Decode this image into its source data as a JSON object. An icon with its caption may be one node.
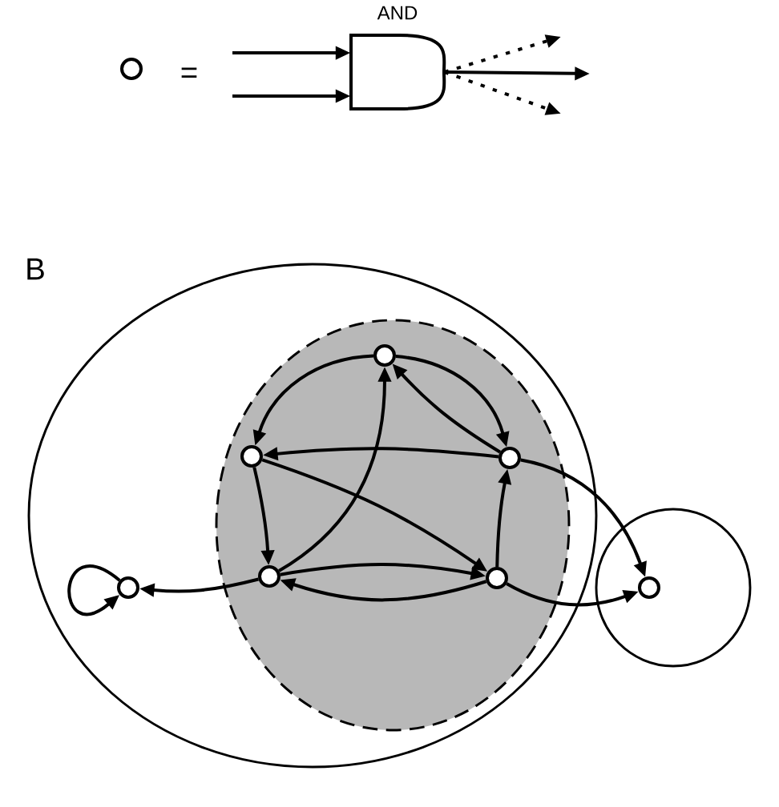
{
  "diagram": {
    "nodes": [
      {
        "text": [],
        "shape": "circle"
      },
      {
        "text": [
          "AND"
        ]
      },
      {
        "text": [],
        "shape": "circle"
      },
      {
        "text": [],
        "shape": "circle",
        "in": 2
      },
      {
        "text": [],
        "shape": "circle",
        "in": 3
      },
      {
        "text": [],
        "shape": "circle",
        "in": 3
      },
      {
        "text": [],
        "shape": "circle",
        "in": 3
      },
      {
        "text": [],
        "shape": "circle",
        "in": 3
      },
      {
        "text": [],
        "shape": "circle",
        "in": 3
      },
      {
        "text": [],
        "shape": "circle",
        "in": 2
      },
      {
        "text": [],
        "shape": "circle"
      },
      {
        "text": [],
        "shape": "circle",
        "in": 10
      }
    ],
    "edges": [
      {
        "from": null,
        "to": 1,
        "arrow": "to"
      },
      {
        "from": null,
        "to": 1,
        "arrow": "to"
      },
      {
        "from": 1,
        "to": null,
        "arrow": "to",
        "style": "dashed"
      },
      {
        "from": 1,
        "to": null,
        "arrow": "to"
      },
      {
        "from": 1,
        "to": null,
        "arrow": "to",
        "style": "dashed"
      },
      {
        "from": 4,
        "to": 5,
        "arrow": "to"
      },
      {
        "from": 4,
        "to": 6,
        "arrow": "to"
      },
      {
        "from": 6,
        "to": 4,
        "arrow": "to"
      },
      {
        "from": 6,
        "to": 5,
        "arrow": "to"
      },
      {
        "from": 5,
        "to": 7,
        "arrow": "to"
      },
      {
        "from": 5,
        "to": 8,
        "arrow": "to"
      },
      {
        "from": 7,
        "to": 4,
        "arrow": "to"
      },
      {
        "from": 7,
        "to": 8,
        "arrow": "to"
      },
      {
        "from": 8,
        "to": 7,
        "arrow": "to"
      },
      {
        "from": 8,
        "to": 6,
        "arrow": "to"
      },
      {
        "from": 6,
        "to": 11,
        "arrow": "to"
      },
      {
        "from": 8,
        "to": 11,
        "arrow": "to"
      },
      {
        "from": 7,
        "to": 9,
        "arrow": "to"
      },
      {
        "from": 9,
        "to": 9,
        "arrow": "to"
      }
    ],
    "labels": [
      "=",
      "B"
    ]
  }
}
